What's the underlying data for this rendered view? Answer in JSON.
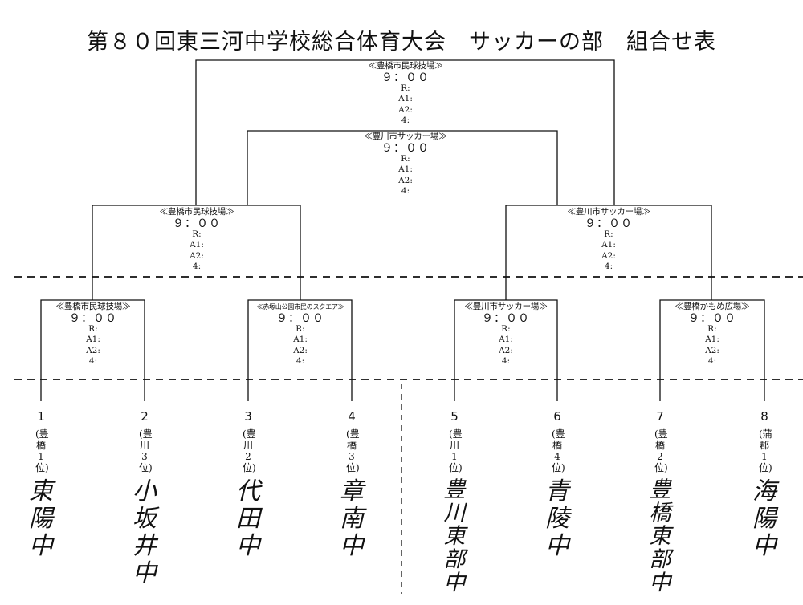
{
  "title": "第８０回東三河中学校総合体育大会　サッカーの部　組合せ表",
  "final": {
    "venue": "≪豊橋市民球技場≫",
    "time": "９：００",
    "r": "R:",
    "a1": "A1:",
    "a2": "A2:",
    "fourth": "4:"
  },
  "semi": {
    "venue": "≪豊川市サッカー場≫",
    "time": "９：００",
    "r": "R:",
    "a1": "A1:",
    "a2": "A2:",
    "fourth": "4:"
  },
  "qf_left": {
    "venue": "≪豊橋市民球技場≫",
    "time": "９：００",
    "r": "R:",
    "a1": "A1:",
    "a2": "A2:",
    "fourth": "4:"
  },
  "qf_right": {
    "venue": "≪豊川市サッカー場≫",
    "time": "９：００",
    "r": "R:",
    "a1": "A1:",
    "a2": "A2:",
    "fourth": "4:"
  },
  "r1": [
    {
      "venue": "≪豊橋市民球技場≫",
      "time": "９：００",
      "r": "R:",
      "a1": "A1:",
      "a2": "A2:",
      "fourth": "4:"
    },
    {
      "venue": "≪赤塚山公園市民のスクエア≫",
      "time": "９：００",
      "r": "R:",
      "a1": "A1:",
      "a2": "A2:",
      "fourth": "4:"
    },
    {
      "venue": "≪豊川市サッカー場≫",
      "time": "９：００",
      "r": "R:",
      "a1": "A1:",
      "a2": "A2:",
      "fourth": "4:"
    },
    {
      "venue": "≪豊橋かもめ広場≫",
      "time": "９：００",
      "r": "R:",
      "a1": "A1:",
      "a2": "A2:",
      "fourth": "4:"
    }
  ],
  "teams": [
    {
      "seed": "1",
      "qualifier": "(豊橋1位)",
      "name": "東陽中"
    },
    {
      "seed": "2",
      "qualifier": "(豊川3位)",
      "name": "小坂井中"
    },
    {
      "seed": "3",
      "qualifier": "(豊川2位)",
      "name": "代田中"
    },
    {
      "seed": "4",
      "qualifier": "(豊橋3位)",
      "name": "章南中"
    },
    {
      "seed": "5",
      "qualifier": "(豊川1位)",
      "name": "豊川東部中"
    },
    {
      "seed": "6",
      "qualifier": "(豊橋4位)",
      "name": "青陵中"
    },
    {
      "seed": "7",
      "qualifier": "(豊橋2位)",
      "name": "豊橋東部中"
    },
    {
      "seed": "8",
      "qualifier": "(蒲郡1位)",
      "name": "海陽中"
    }
  ]
}
